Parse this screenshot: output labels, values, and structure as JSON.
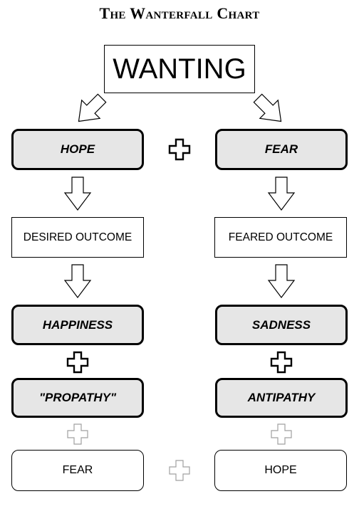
{
  "title": "The Wanterfall Chart",
  "top": {
    "label": "WANTING"
  },
  "left": {
    "emotion": "HOPE",
    "outcome": "DESIRED OUTCOME",
    "result": "HAPPINESS",
    "pathy": "\"PROPATHY\"",
    "bottom": "FEAR"
  },
  "right": {
    "emotion": "FEAR",
    "outcome": "FEARED OUTCOME",
    "result": "SADNESS",
    "pathy": "ANTIPATHY",
    "bottom": "HOPE"
  },
  "colors": {
    "fill_box": "#e6e6e6",
    "stroke": "#000000",
    "faint_plus": "#a0a0a0"
  }
}
